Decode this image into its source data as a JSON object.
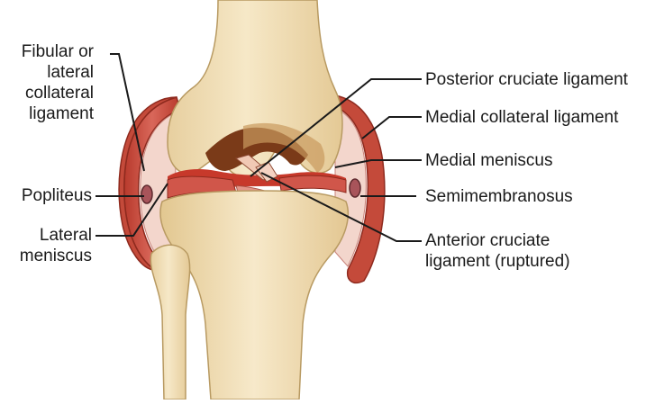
{
  "labels": {
    "fibular": [
      "Fibular or",
      "lateral",
      "collateral",
      "ligament"
    ],
    "popliteus": "Popliteus",
    "lateral_meniscus": [
      "Lateral",
      "meniscus"
    ],
    "posterior_cruciate": "Posterior cruciate ligament",
    "medial_collateral": "Medial collateral ligament",
    "medial_meniscus": "Medial meniscus",
    "semimembranosus": "Semimembranosus",
    "anterior_cruciate": [
      "Anterior cruciate",
      "ligament (ruptured)"
    ]
  },
  "colors": {
    "bone": "#f2dfb7",
    "bone_shadow": "#d9bf8d",
    "ligament_red": "#c94a3a",
    "capsule_pink": "#f5d8cf",
    "joint_dark": "#8a3a1c",
    "leader": "#1a1a1a"
  }
}
